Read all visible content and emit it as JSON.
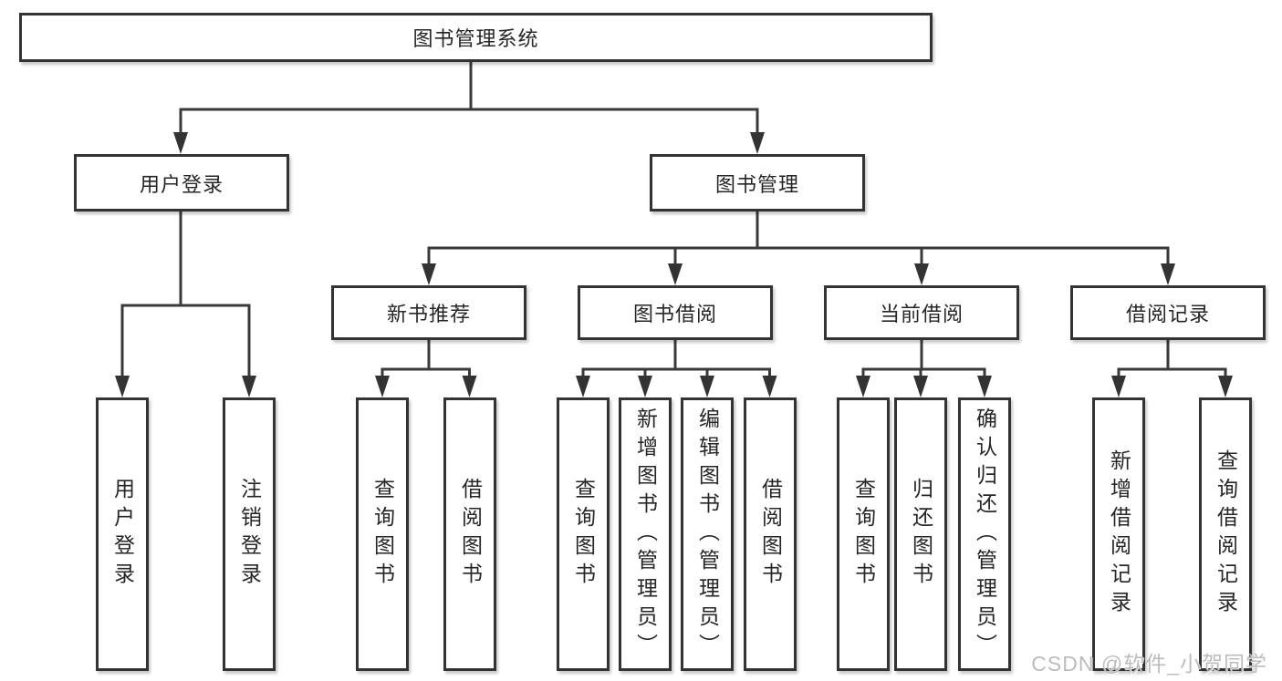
{
  "diagram_title": "图书管理系统",
  "hierarchy": {
    "label": "图书管理系统",
    "children": [
      {
        "label": "用户登录",
        "children": [
          {
            "label": "用户登录"
          },
          {
            "label": "注销登录"
          }
        ]
      },
      {
        "label": "图书管理",
        "children": [
          {
            "label": "新书推荐",
            "children": [
              {
                "label": "查询图书"
              },
              {
                "label": "借阅图书"
              }
            ]
          },
          {
            "label": "图书借阅",
            "children": [
              {
                "label": "查询图书"
              },
              {
                "label": "新增图书（管理员）"
              },
              {
                "label": "编辑图书（管理员）"
              },
              {
                "label": "借阅图书"
              }
            ]
          },
          {
            "label": "当前借阅",
            "children": [
              {
                "label": "查询图书"
              },
              {
                "label": "归还图书"
              },
              {
                "label": "确认归还（管理员）"
              }
            ]
          },
          {
            "label": "借阅记录",
            "children": [
              {
                "label": "新增借阅记录"
              },
              {
                "label": "查询借阅记录"
              }
            ]
          }
        ]
      }
    ]
  },
  "watermark": {
    "text": "CSDN @软件_小贺同学"
  },
  "colors": {
    "background": "#ffffff",
    "line": "#3a3a3a",
    "box_border": "#333333",
    "text": "#262626",
    "watermark": "#bcbcbc"
  }
}
